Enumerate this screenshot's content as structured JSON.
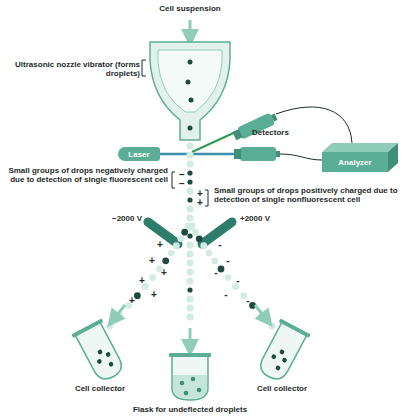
{
  "diagram": {
    "nodes": [
      {
        "text": [
          "Laser"
        ]
      },
      {
        "text": [
          "Analyzer"
        ]
      }
    ],
    "labels": [
      "Cell suspension",
      "Ultrasonic nozzle vibrator (forms droplets)",
      "Detectors",
      "Small groups of drops negatively charged due to detection of single fluorescent cell",
      "Small groups of drops positively charged due to detection of single nonfluorescent cell",
      "−2000 V",
      "+2000 V",
      "Cell collector",
      "Cell collector",
      "Flask for undeflected droplets",
      "−",
      "−",
      "+",
      "+",
      "+",
      "+",
      "+",
      "+",
      "+",
      "+",
      "-",
      "-",
      "-",
      "-",
      "-",
      "-"
    ]
  }
}
